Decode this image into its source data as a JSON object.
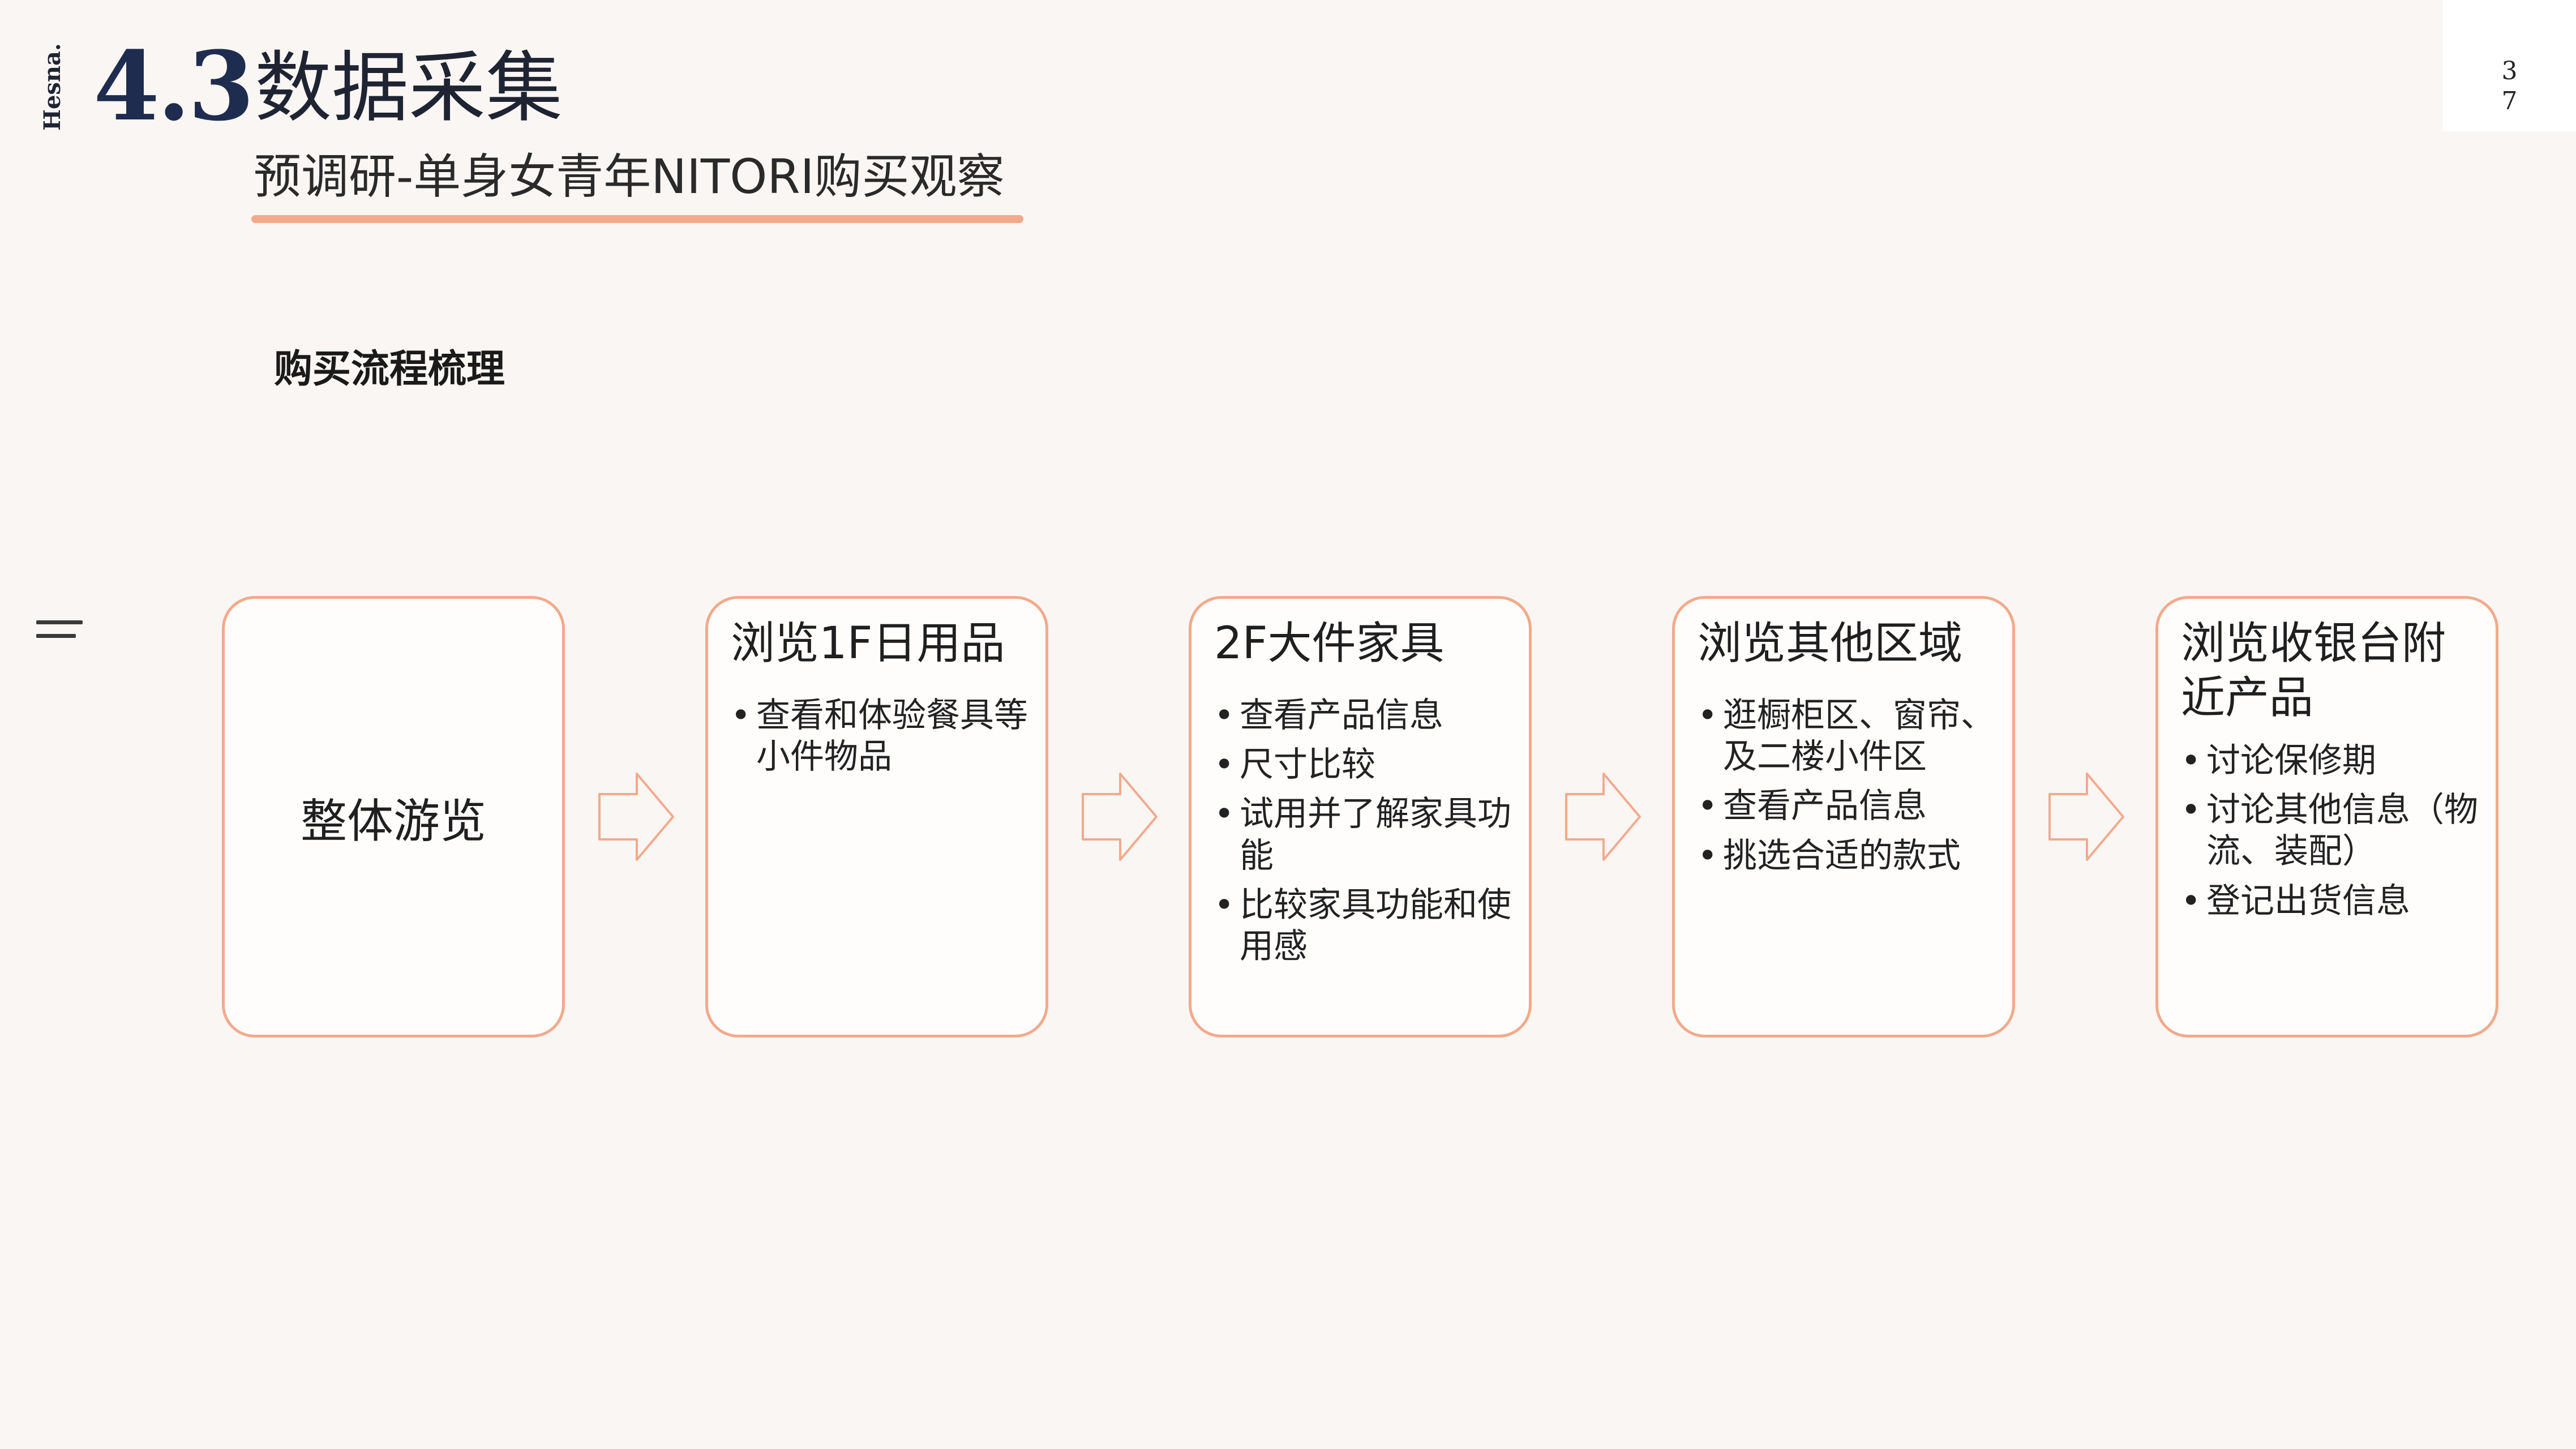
{
  "brand": "Hesna.",
  "header": {
    "section_number": "4.3",
    "section_title": "数据采集",
    "subtitle": "预调研-单身女青年NITORI购买观察",
    "page_number_line1": "3",
    "page_number_line2": "7"
  },
  "content": {
    "heading": "购买流程梳理",
    "steps": [
      {
        "title": "整体游览",
        "bullets": []
      },
      {
        "title": "浏览1F日用品",
        "bullets": [
          "查看和体验餐具等小件物品"
        ]
      },
      {
        "title": "2F大件家具",
        "bullets": [
          "查看产品信息",
          "尺寸比较",
          "试用并了解家具功能",
          "比较家具功能和使用感"
        ]
      },
      {
        "title": "浏览其他区域",
        "bullets": [
          "逛橱柜区、窗帘、及二楼小件区",
          "查看产品信息",
          "挑选合适的款式"
        ]
      },
      {
        "title": "浏览收银台附近产品",
        "bullets": [
          "讨论保修期",
          "讨论其他信息（物流、装配）",
          "登记出货信息"
        ]
      }
    ]
  },
  "colors": {
    "background": "#faf6f3",
    "accent": "#f2aa8b",
    "title_navy": "#1e2d4f"
  },
  "icons": {
    "menu": "hamburger-menu-icon",
    "arrow": "right-arrow-icon"
  }
}
